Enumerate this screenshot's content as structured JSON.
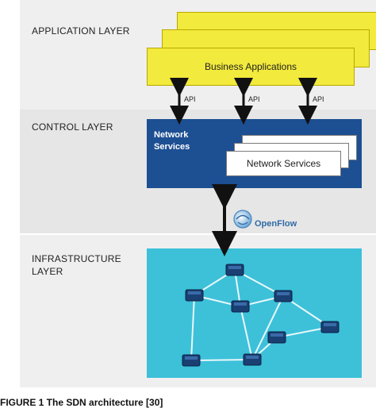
{
  "layers": {
    "application": "APPLICATION LAYER",
    "control": "CONTROL LAYER",
    "infrastructure": "INFRASTRUCTURE LAYER"
  },
  "application_box": {
    "label": "Business Applications"
  },
  "api_labels": [
    "API",
    "API",
    "API"
  ],
  "control_box": {
    "title": "Network Services",
    "inner_label": "Network Services"
  },
  "protocol": {
    "label": "OpenFlow"
  },
  "caption": "FIGURE 1 The SDN architecture [30]",
  "colors": {
    "app_yellow": "#f2ea3c",
    "control_blue": "#1d4f93",
    "infra_cyan": "#3cc1d9"
  }
}
